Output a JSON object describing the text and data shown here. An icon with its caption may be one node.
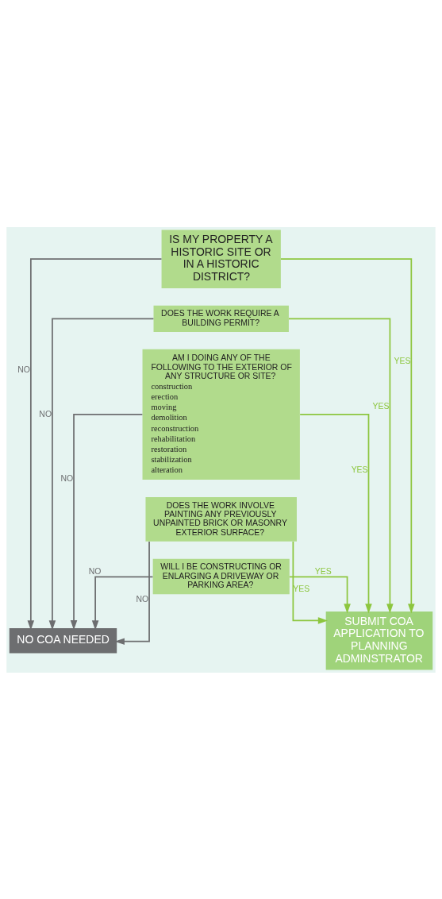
{
  "diagram": {
    "nodes": [
      {
        "text": [
          "IS MY PROPERTY A HISTORIC SITE OR IN A HISTORIC DISTRICT?"
        ]
      },
      {
        "text": [
          "DOES THE WORK REQUIRE A BUILDING PERMIT?"
        ]
      },
      {
        "text": [
          "AM I DOING ANY OF THE FOLLOWING TO THE EXTERIOR OF ANY STRUCTURE OR SITE?",
          "construction",
          "erection",
          "moving",
          "demolition",
          "reconstruction",
          "rehabilitation",
          "restoration",
          "stabilization",
          "alteration"
        ]
      },
      {
        "text": [
          "DOES THE WORK INVOLVE PAINTING ANY PREVIOUSLY UNPAINTED BRICK OR MASONRY EXTERIOR SURFACE?"
        ]
      },
      {
        "text": [
          "WILL I BE CONSTRUCTING OR ENLARGING A DRIVEWAY OR PARKING AREA?"
        ]
      },
      {
        "text": [
          "SUBMIT COA APPLICATION TO PLANNING ADMINSTRATOR"
        ]
      },
      {
        "text": [
          "NO COA NEEDED"
        ]
      }
    ],
    "edges": [
      {
        "from": 0,
        "to": 5,
        "arrow": "to",
        "label": "YES",
        "color": "#8dc63f"
      },
      {
        "from": 0,
        "to": 6,
        "arrow": "to",
        "label": "NO",
        "color": "#6d6e70"
      },
      {
        "from": 1,
        "to": 5,
        "arrow": "to",
        "label": "YES",
        "color": "#8dc63f"
      },
      {
        "from": 1,
        "to": 6,
        "arrow": "to",
        "label": "NO",
        "color": "#6d6e70"
      },
      {
        "from": 2,
        "to": 5,
        "arrow": "to",
        "label": "YES",
        "color": "#8dc63f"
      },
      {
        "from": 2,
        "to": 6,
        "arrow": "to",
        "label": "NO",
        "color": "#6d6e70"
      },
      {
        "from": 3,
        "to": 5,
        "arrow": "to",
        "label": "YES",
        "color": "#8dc63f"
      },
      {
        "from": 3,
        "to": 6,
        "arrow": "to",
        "label": "NO",
        "color": "#6d6e70"
      },
      {
        "from": 4,
        "to": 5,
        "arrow": "to",
        "label": "YES",
        "color": "#8dc63f"
      },
      {
        "from": 4,
        "to": 6,
        "arrow": "to",
        "label": "NO",
        "color": "#6d6e70"
      }
    ]
  }
}
